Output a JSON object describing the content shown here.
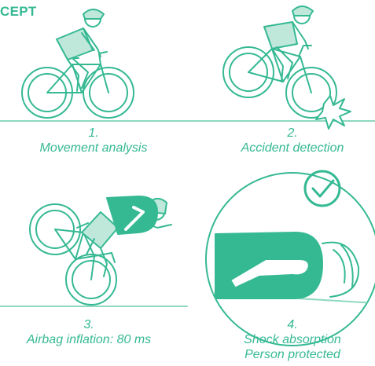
{
  "title": "CEPT",
  "colors": {
    "accent": "#35b993",
    "light": "#bfe8da",
    "ground": "#8fd9c1"
  },
  "steps": [
    {
      "number": "1.",
      "label": "Movement analysis"
    },
    {
      "number": "2.",
      "label": "Accident detection"
    },
    {
      "number": "3.",
      "label": "Airbag inflation: 80 ms"
    },
    {
      "number": "4.",
      "label_line1": "Shock absorption",
      "label_line2": "Person protected"
    }
  ],
  "icons": {
    "checkmark": "check-circle-icon"
  }
}
